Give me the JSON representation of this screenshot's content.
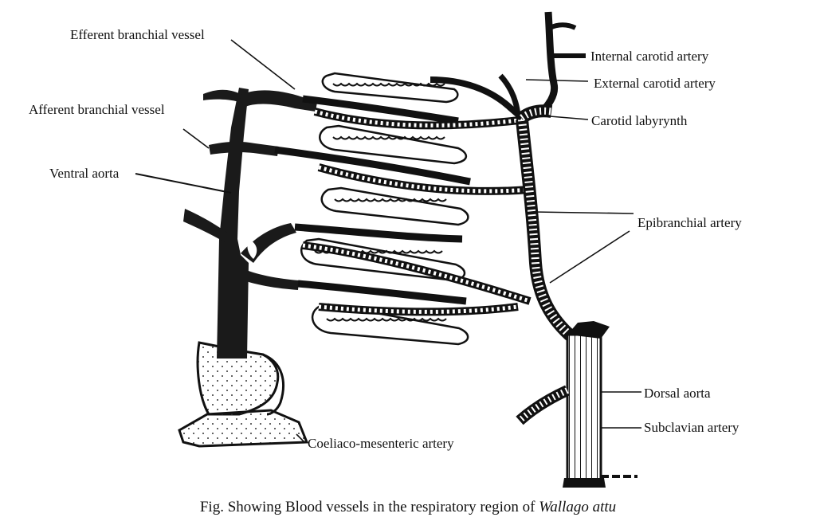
{
  "labels": {
    "efferent": "Efferent branchial vessel",
    "afferent": "Afferent branchial vessel",
    "ventral_aorta": "Ventral aorta",
    "internal_carotid": "Internal carotid artery",
    "external_carotid": "External carotid artery",
    "carotid_labyrynth": "Carotid labyrynth",
    "epibranchial": "Epibranchial artery",
    "dorsal_aorta": "Dorsal aorta",
    "subclavian": "Subclavian artery",
    "coeliaco": "Coeliaco-mesenteric artery"
  },
  "caption": {
    "prefix": "Fig. Showing Blood vessels in the respiratory region of ",
    "species": "Wallago attu"
  },
  "colors": {
    "ink": "#111111",
    "paper": "#ffffff",
    "vessel_fill": "#1a1a1a"
  }
}
